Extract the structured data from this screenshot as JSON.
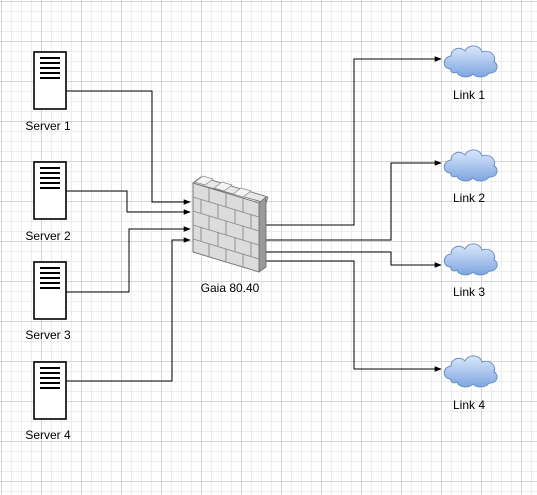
{
  "servers": [
    {
      "label": "Server 1",
      "icon": "server-icon"
    },
    {
      "label": "Server 2",
      "icon": "server-icon"
    },
    {
      "label": "Server 3",
      "icon": "server-icon"
    },
    {
      "label": "Server 4",
      "icon": "server-icon"
    }
  ],
  "firewall": {
    "label": "Gaia 80.40",
    "icon": "firewall-icon"
  },
  "links": [
    {
      "label": "Link 1",
      "icon": "cloud-icon"
    },
    {
      "label": "Link 2",
      "icon": "cloud-icon"
    },
    {
      "label": "Link 3",
      "icon": "cloud-icon"
    },
    {
      "label": "Link 4",
      "icon": "cloud-icon"
    }
  ],
  "colors": {
    "cloud_fill": "#dae8fc",
    "cloud_gradient": "#7ea6e0",
    "cloud_stroke": "#6c8ebf",
    "wall_light": "#dcdcdc",
    "wall_dark": "#9a9a9a",
    "connector": "#000000"
  }
}
